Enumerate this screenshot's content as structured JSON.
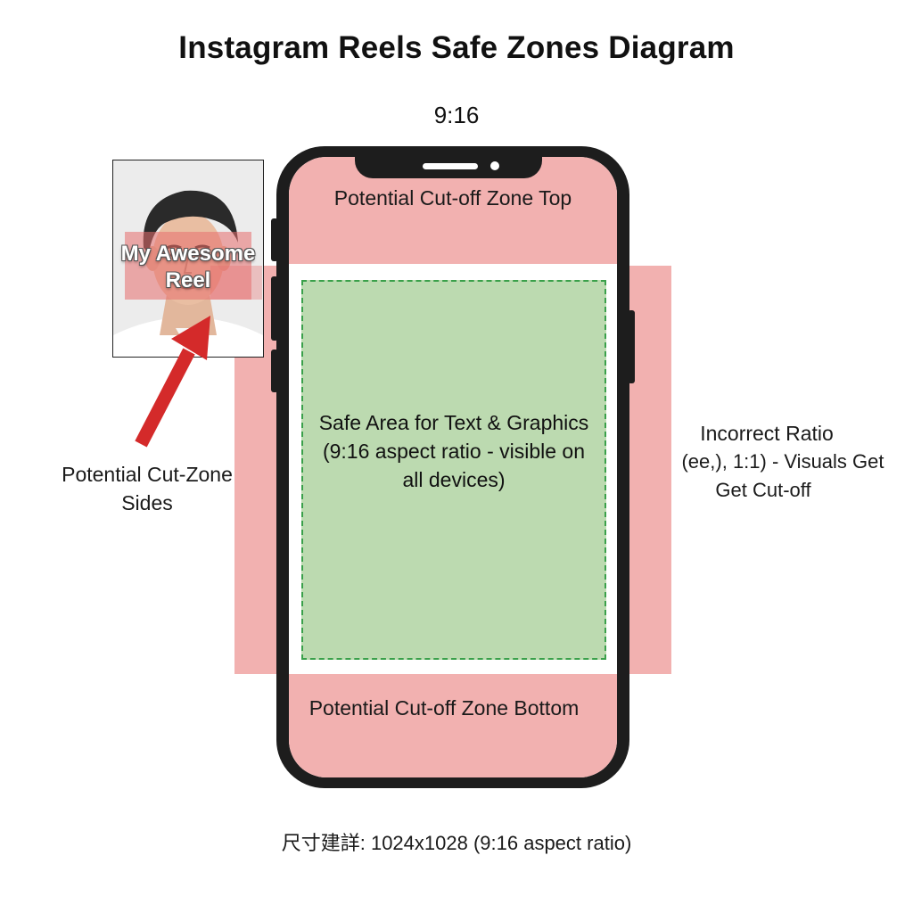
{
  "title": "Instagram Reels Safe Zones Diagram",
  "aspect_label": "9:16",
  "thumbnail": {
    "text": "My Awesome Reel",
    "depicts": "man-portrait"
  },
  "zones": {
    "top": "Potential Cut-off Zone Top",
    "bottom": "Potential Cut-off Zone Bottom",
    "safe": "Safe Area for Text & Graphics (9:16 aspect ratio - visible on all devices)"
  },
  "labels": {
    "sides": "Potential Cut-Zone Sides",
    "incorrect_title": "Incorrect Ratio",
    "incorrect_line1": "(ee,), 1:1) - Visuals Get",
    "incorrect_line2": "Get Cut-off"
  },
  "footer": "尺寸建詳: 1024x1028 (9:16 aspect ratio)",
  "colors": {
    "cutoff_zone": "#f2b1b0",
    "safe_zone": "#bcdab0",
    "safe_border": "#3aa04a",
    "arrow": "#d42a2a",
    "phone_body": "#1d1d1d"
  }
}
